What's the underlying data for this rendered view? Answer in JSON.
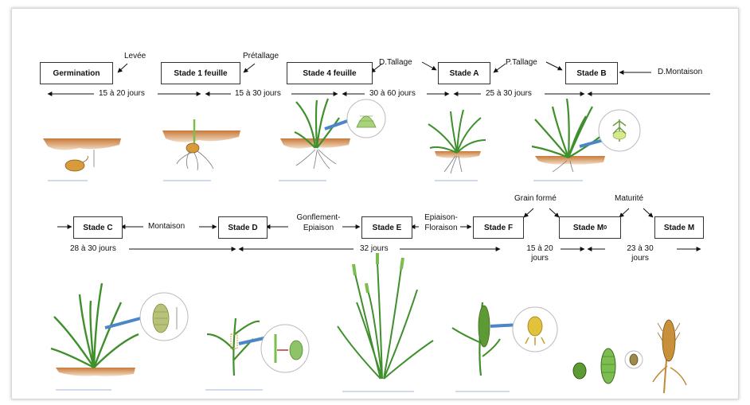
{
  "row1": {
    "stages": [
      "Germination",
      "Stade 1 feuille",
      "Stade 4 feuille",
      "Stade A",
      "Stade B"
    ],
    "transitions": [
      "Levée",
      "Prétallage",
      "D.Tallage",
      "P.Tallage",
      "D.Montaison"
    ],
    "durations": [
      "15 à 20 jours",
      "15 à 30 jours",
      "30 à 60 jours",
      "25 à 30 jours"
    ]
  },
  "row2": {
    "stages": [
      "Stade C",
      "Stade D",
      "Stade E",
      "Stade F",
      "Stade M",
      "Stade M"
    ],
    "stage_subscript": "0",
    "transitions": [
      "Montaison",
      "Gonflement-",
      "Epiaison",
      "Epiaison-",
      "Floraison",
      "Grain formé",
      "Maturité"
    ],
    "durations": [
      "28 à 30 jours",
      "32 jours",
      "15 à 20",
      "jours",
      "23 à 30",
      "jours"
    ]
  },
  "colors": {
    "soil": "#c8793a",
    "leaf": "#3f8f2c",
    "leaf_light": "#7bbd4e",
    "grain": "#d89a3a",
    "callout": "#4a86c8",
    "line": "#111111"
  },
  "icons": [
    "germinating-seed-illustration",
    "wheat-plant-illustration",
    "magnifier-callout-icon"
  ]
}
